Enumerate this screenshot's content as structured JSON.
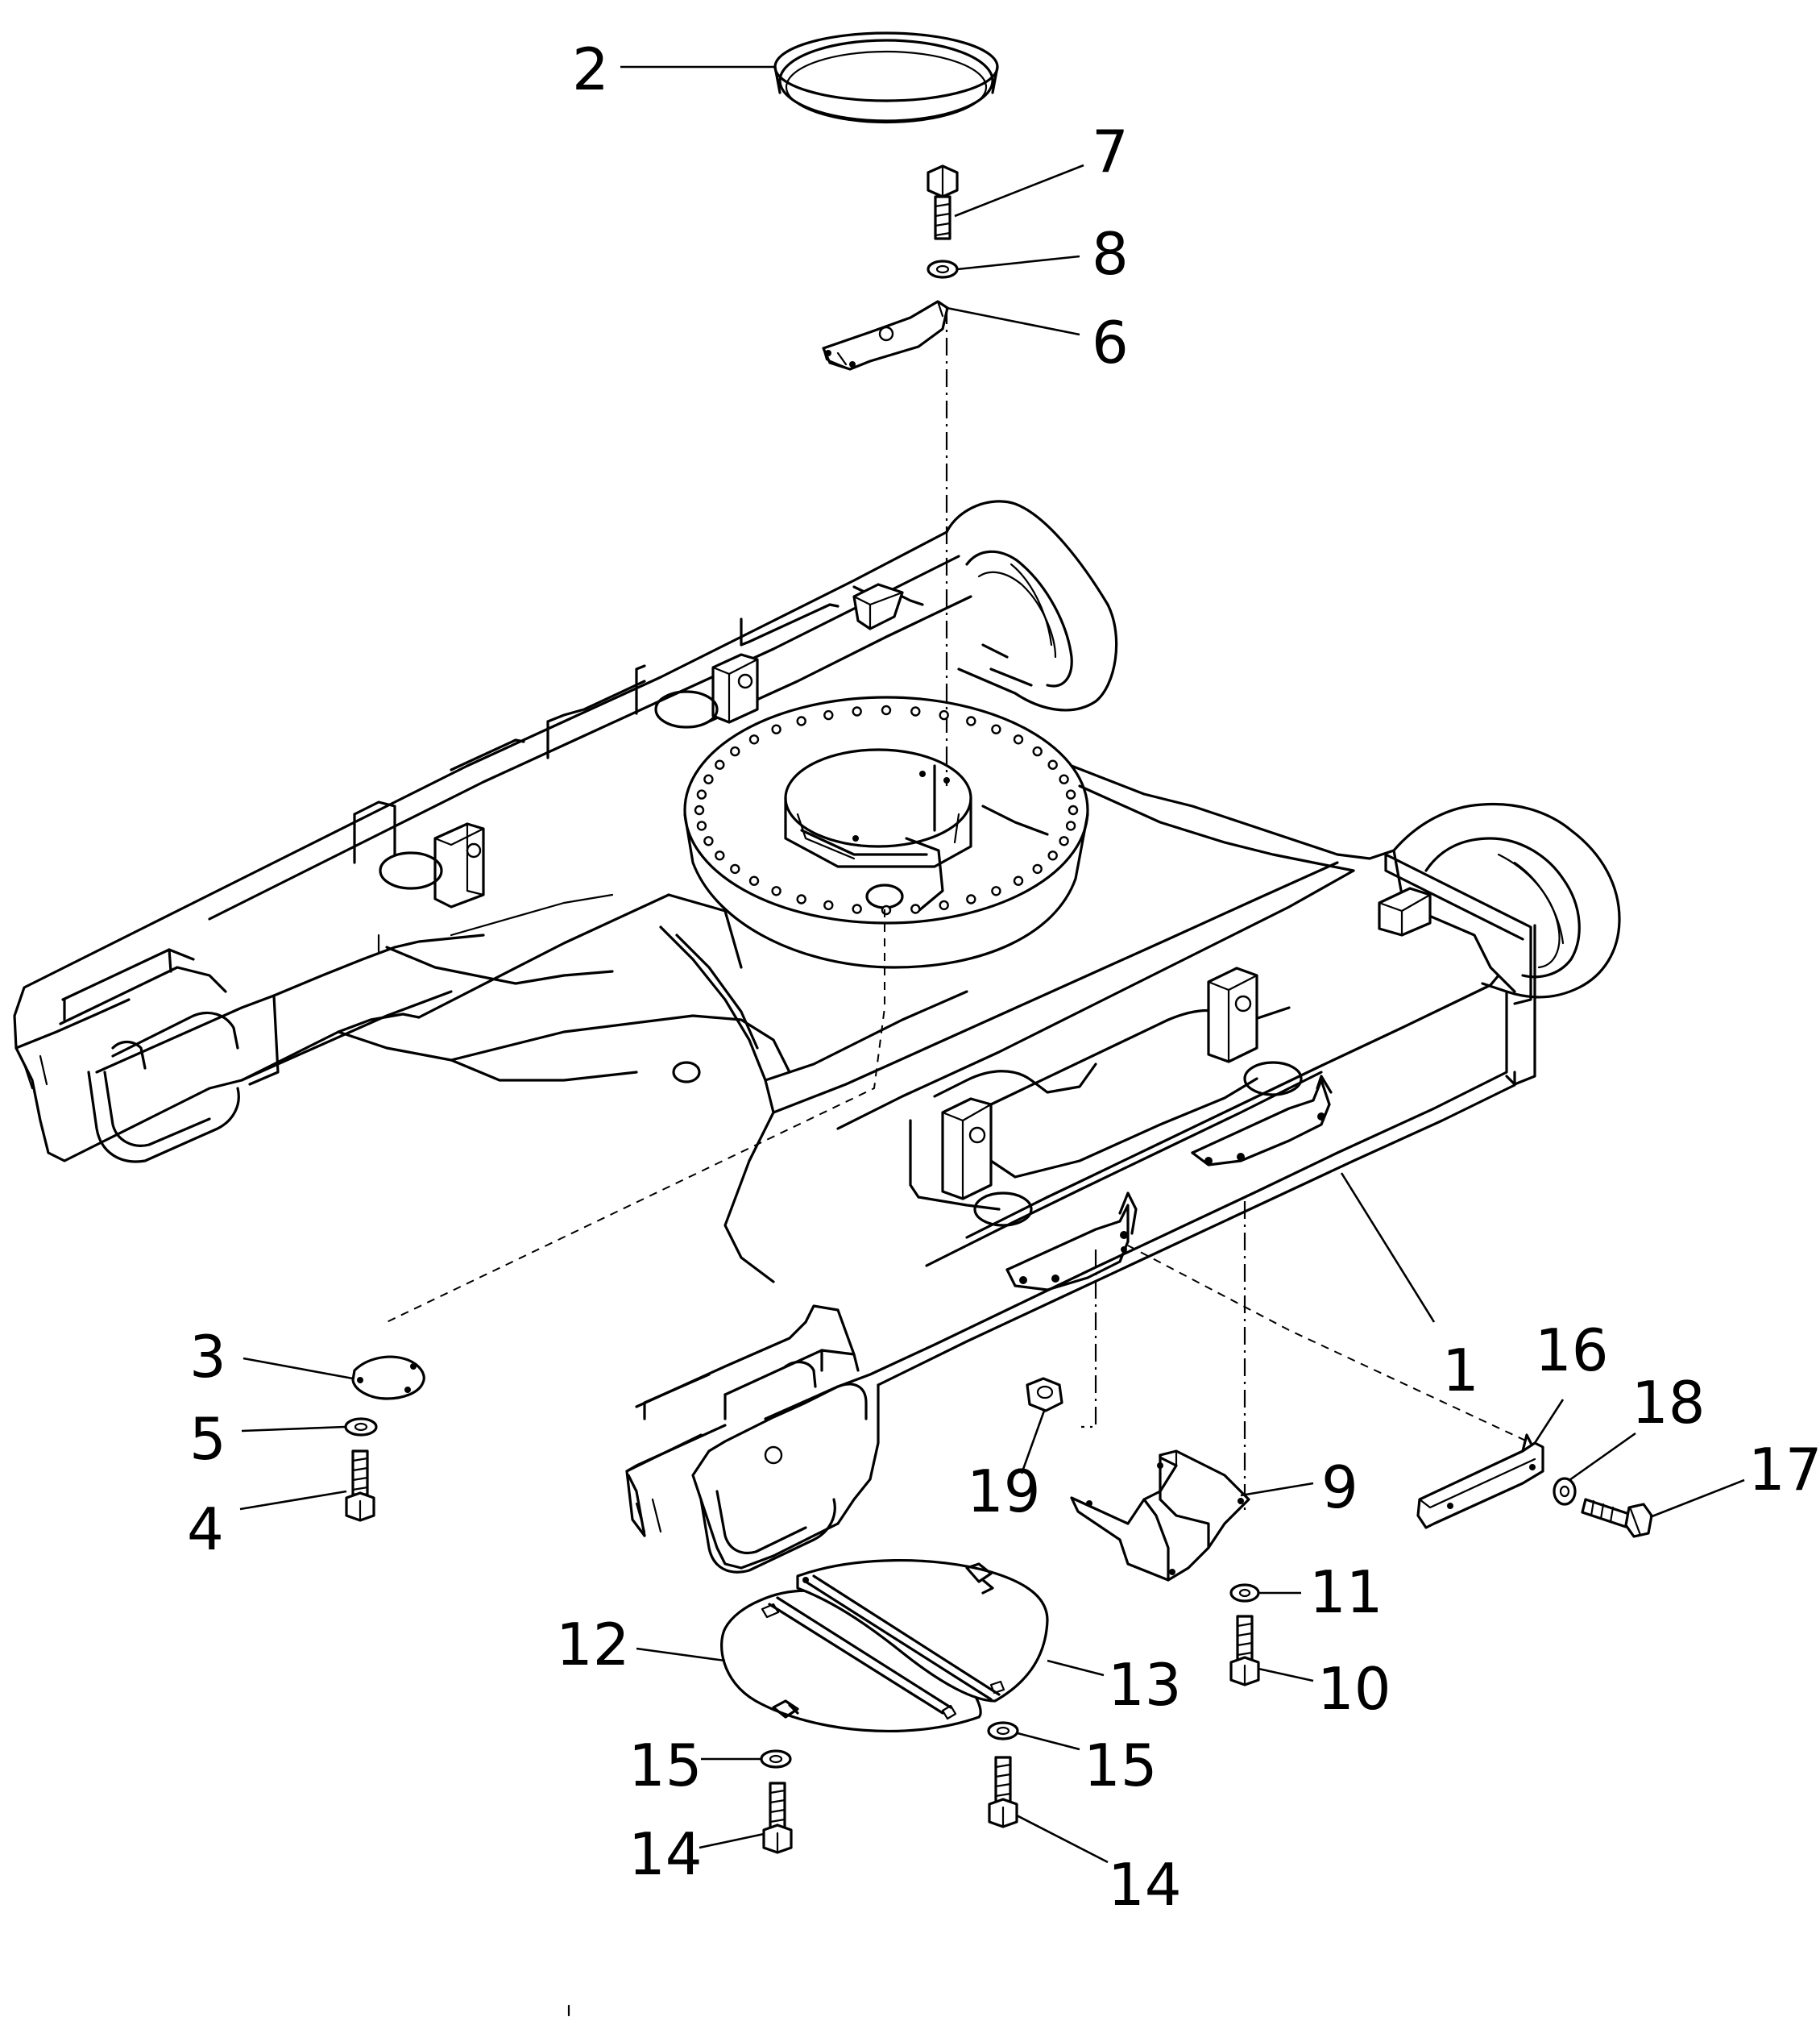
{
  "diagram": {
    "callouts": {
      "c1": "1",
      "c2": "2",
      "c3": "3",
      "c4": "4",
      "c5": "5",
      "c6": "6",
      "c7": "7",
      "c8": "8",
      "c9": "9",
      "c10": "10",
      "c11": "11",
      "c12": "12",
      "c13": "13",
      "c14a": "14",
      "c14b": "14",
      "c15a": "15",
      "c15b": "15",
      "c16": "16",
      "c17": "17",
      "c18": "18",
      "c19": "19"
    }
  }
}
